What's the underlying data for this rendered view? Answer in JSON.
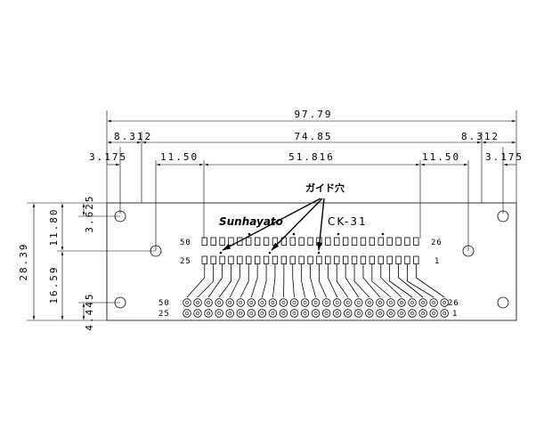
{
  "dimensions": {
    "overall_width": "97.79",
    "left_inset": "8.312",
    "pin_span": "74.85",
    "right_inset": "8.312",
    "hole_offset_left": "3.175",
    "pad_offset_left": "11.50",
    "pin_row_width": "51.816",
    "pad_offset_right": "11.50",
    "hole_offset_right": "3.175",
    "board_height": "28.39",
    "top_hole": "3.625",
    "upper_section": "11.80",
    "lower_section": "16.59",
    "bottom_hole": "4.445"
  },
  "labels": {
    "guide_holes": "ガイド穴",
    "brand": "Sunhayato",
    "model": "CK-31"
  },
  "pins": {
    "top_row_left": "50",
    "top_row_right": "26",
    "second_row_left": "25",
    "second_row_right": "1",
    "dip_top_left": "50",
    "dip_top_right": "26",
    "dip_bottom_left": "25",
    "dip_bottom_right": "1"
  }
}
